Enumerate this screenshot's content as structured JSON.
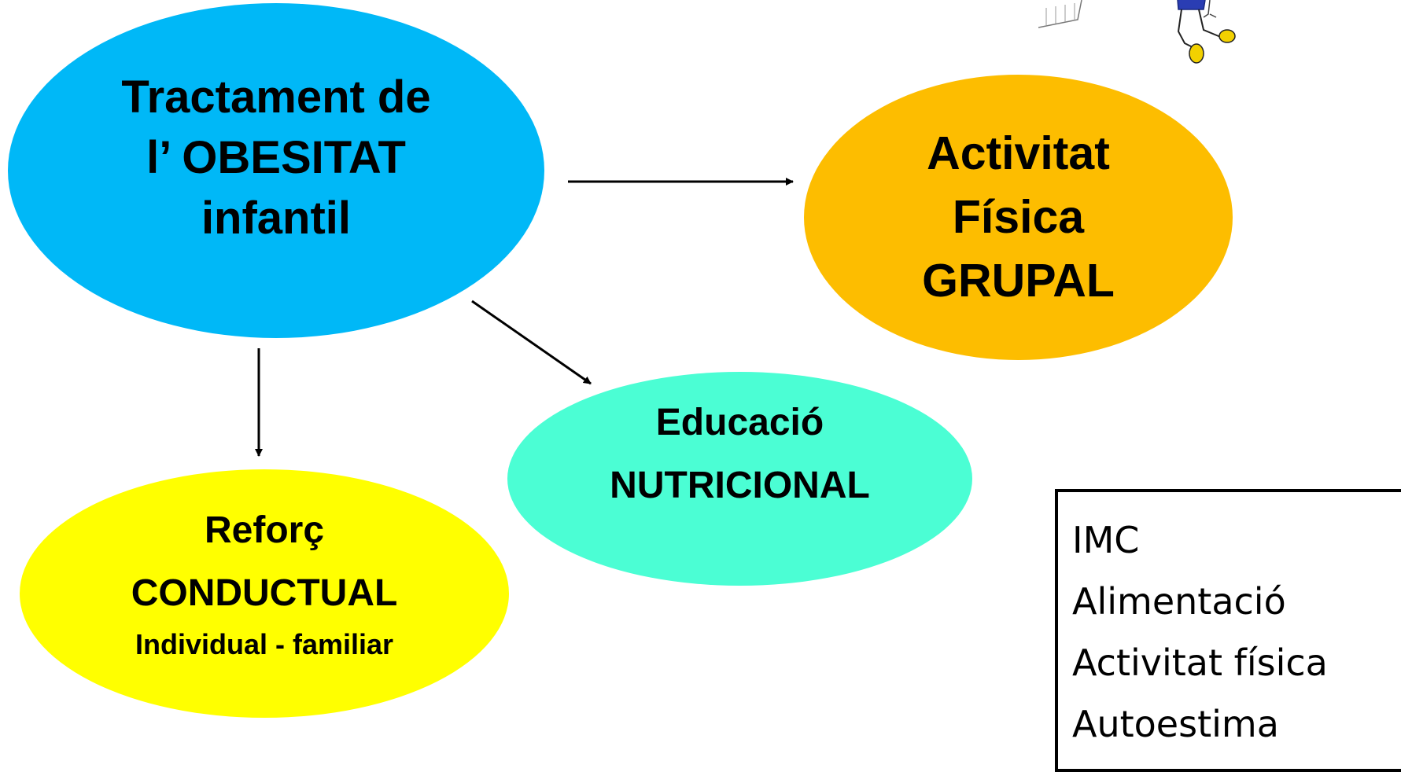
{
  "nodes": {
    "main": [
      "Tractament de",
      "l’ OBESITAT",
      "infantil"
    ],
    "activity": [
      "Activitat",
      "Física",
      "GRUPAL"
    ],
    "education": [
      "Educació",
      "NUTRICIONAL"
    ],
    "reinforcement": {
      "title": "Reforç",
      "subtitle": "CONDUCTUAL",
      "detail": "Individual - familiar"
    }
  },
  "indicators": [
    "IMC",
    "Alimentació",
    "Activitat física",
    "Autoestima"
  ],
  "colors": {
    "main": "#00b8f7",
    "activity": "#fdbd00",
    "education": "#4bfed4",
    "reinforcement": "#ffff00"
  }
}
